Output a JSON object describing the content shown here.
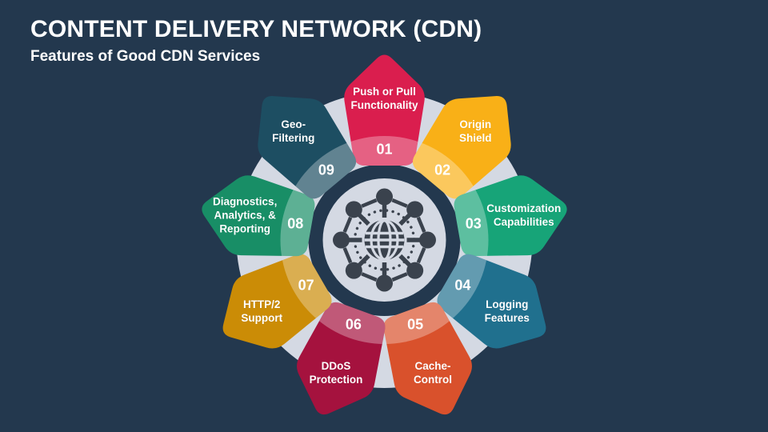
{
  "slide": {
    "title": "CONTENT DELIVERY NETWORK (CDN)",
    "subtitle": "Features of Good CDN Services",
    "background_color": "#23384E",
    "text_color": "#FFFFFF"
  },
  "diagram": {
    "icon": "network-globe-icon",
    "ring_color": "#D4D9E3",
    "hub_color": "#D4D9E3",
    "icon_color": "#3A424D",
    "items": [
      {
        "number": "01",
        "color": "#DA1E4E",
        "lines": [
          "Push or Pull",
          "Functionality"
        ]
      },
      {
        "number": "02",
        "color": "#F9B017",
        "lines": [
          "Origin",
          "Shield"
        ]
      },
      {
        "number": "03",
        "color": "#17A478",
        "lines": [
          "Customization",
          "Capabilities"
        ]
      },
      {
        "number": "04",
        "color": "#20708E",
        "lines": [
          "Logging",
          "Features"
        ]
      },
      {
        "number": "05",
        "color": "#D9512C",
        "lines": [
          "Cache-",
          "Control"
        ]
      },
      {
        "number": "06",
        "color": "#A5123E",
        "lines": [
          "DDoS",
          "Protection"
        ]
      },
      {
        "number": "07",
        "color": "#CB8C06",
        "lines": [
          "HTTP/2",
          "Support"
        ]
      },
      {
        "number": "08",
        "color": "#188E66",
        "lines": [
          "Diagnostics,",
          "Analytics, &",
          "Reporting"
        ]
      },
      {
        "number": "09",
        "color": "#1D4E62",
        "lines": [
          "Geo-",
          "Filtering"
        ]
      }
    ]
  }
}
